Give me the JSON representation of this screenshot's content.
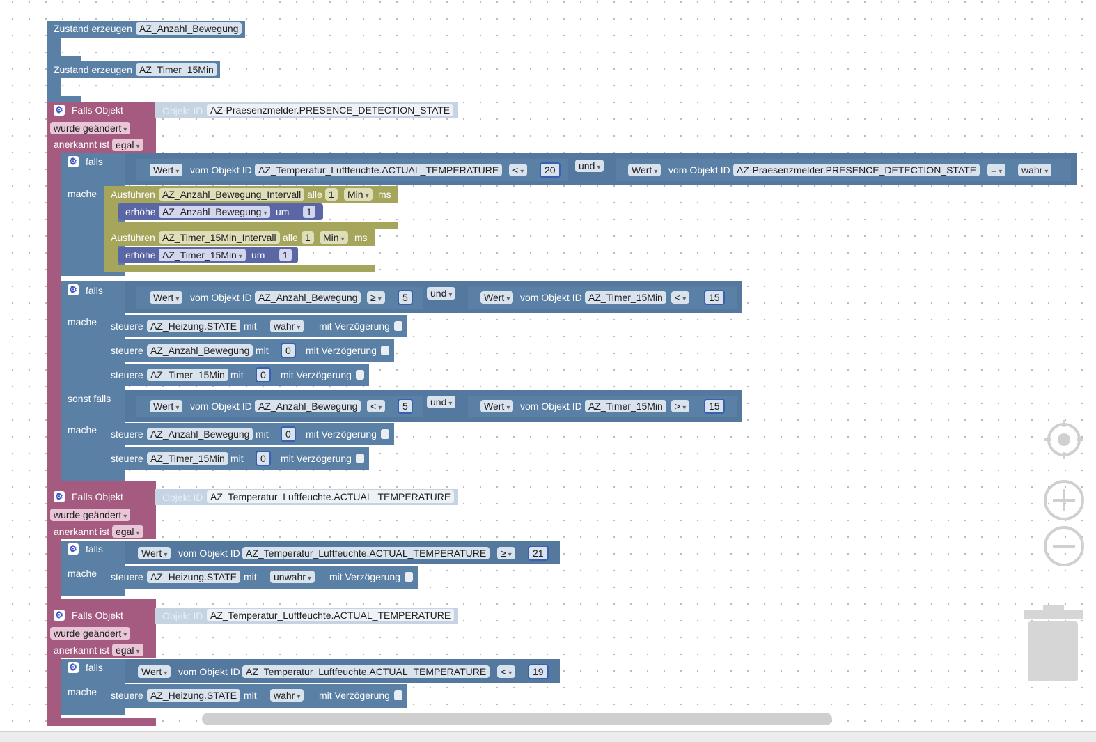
{
  "topbar": {},
  "blocks": {
    "create1": {
      "label": "Zustand erzeugen",
      "name": "AZ_Anzahl_Bewegung"
    },
    "create2": {
      "label": "Zustand erzeugen",
      "name": "AZ_Timer_15Min"
    },
    "trigger1": {
      "label": "Falls Objekt",
      "oid_label": "Objekt ID",
      "oid": "AZ-Praesenzmelder.PRESENCE_DETECTION_STATE",
      "changed": "wurde geändert",
      "ack_label": "anerkannt ist",
      "ack": "egal"
    },
    "trigger2": {
      "label": "Falls Objekt",
      "oid_label": "Objekt ID",
      "oid": "AZ_Temperatur_Luftfeuchte.ACTUAL_TEMPERATURE",
      "changed": "wurde geändert",
      "ack_label": "anerkannt ist",
      "ack": "egal"
    },
    "trigger3": {
      "label": "Falls Objekt",
      "oid_label": "Objekt ID",
      "oid": "AZ_Temperatur_Luftfeuchte.ACTUAL_TEMPERATURE",
      "changed": "wurde geändert",
      "ack_label": "anerkannt ist",
      "ack": "egal"
    }
  },
  "words": {
    "falls": "falls",
    "mache": "mache",
    "sonst_falls": "sonst falls",
    "und": "und",
    "wert": "Wert",
    "vom_objekt": "vom Objekt ID",
    "ausfuehren": "Ausführen",
    "alle": "alle",
    "min": "Min",
    "ms": "ms",
    "erhoehe": "erhöhe",
    "um": "um",
    "steuere": "steuere",
    "mit": "mit",
    "mit_verz": "mit Verzögerung",
    "wahr": "wahr",
    "unwahr": "unwahr"
  },
  "if1": {
    "a_oid": "AZ_Temperatur_Luftfeuchte.ACTUAL_TEMPERATURE",
    "a_op": "<",
    "a_val": "20",
    "b_oid": "AZ-Praesenzmelder.PRESENCE_DETECTION_STATE",
    "b_op": "=",
    "b_val": "wahr",
    "timer1": {
      "name": "AZ_Anzahl_Bewegung_Intervall",
      "every": "1",
      "var": "AZ_Anzahl_Bewegung",
      "by": "1"
    },
    "timer2": {
      "name": "AZ_Timer_15Min_Intervall",
      "every": "1",
      "var": "AZ_Timer_15Min",
      "by": "1"
    }
  },
  "if2": {
    "a_oid": "AZ_Anzahl_Bewegung",
    "a_op": "≥",
    "a_val": "5",
    "b_oid": "AZ_Timer_15Min",
    "b_op": "<",
    "b_val": "15",
    "do": [
      {
        "oid": "AZ_Heizung.STATE",
        "val": "wahr"
      },
      {
        "oid": "AZ_Anzahl_Bewegung",
        "val": "0"
      },
      {
        "oid": "AZ_Timer_15Min",
        "val": "0"
      }
    ],
    "elif": {
      "a_oid": "AZ_Anzahl_Bewegung",
      "a_op": "<",
      "a_val": "5",
      "b_oid": "AZ_Timer_15Min",
      "b_op": ">",
      "b_val": "15"
    },
    "elif_do": [
      {
        "oid": "AZ_Anzahl_Bewegung",
        "val": "0"
      },
      {
        "oid": "AZ_Timer_15Min",
        "val": "0"
      }
    ]
  },
  "if3": {
    "oid": "AZ_Temperatur_Luftfeuchte.ACTUAL_TEMPERATURE",
    "op": "≥",
    "val": "21",
    "do_oid": "AZ_Heizung.STATE",
    "do_val": "unwahr"
  },
  "if4": {
    "oid": "AZ_Temperatur_Luftfeuchte.ACTUAL_TEMPERATURE",
    "op": "<",
    "val": "19",
    "do_oid": "AZ_Heizung.STATE",
    "do_val": "wahr"
  },
  "controls": {
    "center": "target-icon",
    "zoom_in": "zoom-in-icon",
    "zoom_out": "zoom-out-icon",
    "trash": "trash-icon"
  }
}
